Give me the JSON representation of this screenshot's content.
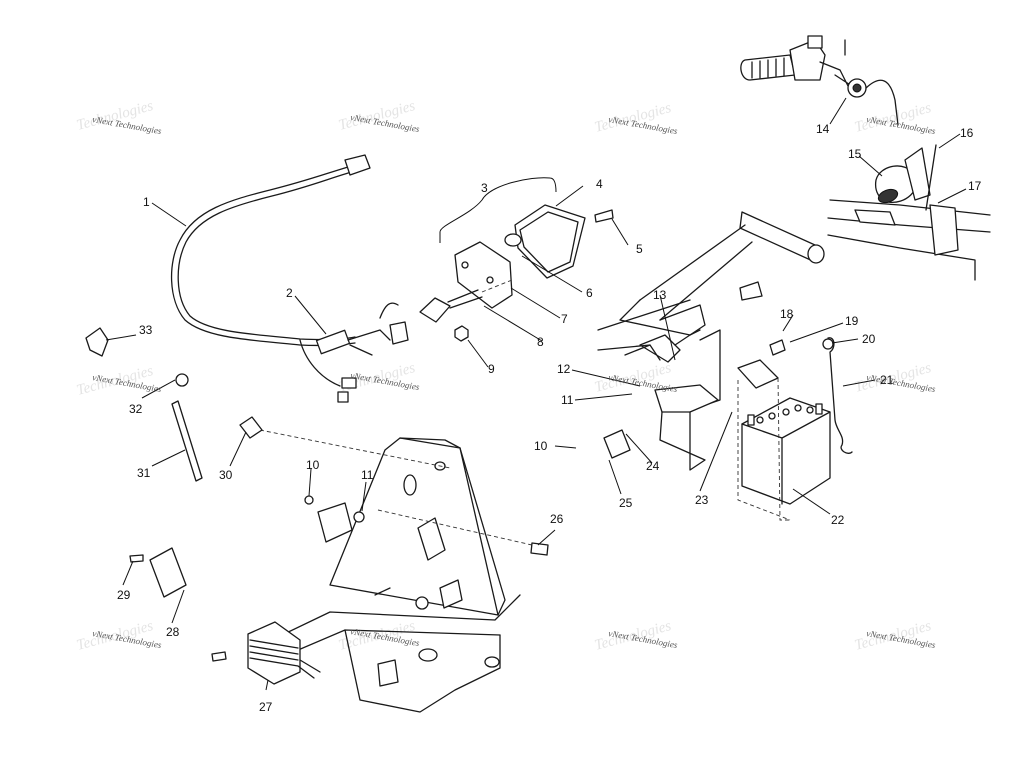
{
  "watermark": {
    "text": "vNext Technologies"
  },
  "callouts": {
    "c1": "1",
    "c2": "2",
    "c3": "3",
    "c4": "4",
    "c5": "5",
    "c6": "6",
    "c7": "7",
    "c8": "8",
    "c9": "9",
    "c10a": "10",
    "c10b": "10",
    "c11a": "11",
    "c11b": "11",
    "c12": "12",
    "c13": "13",
    "c14": "14",
    "c15": "15",
    "c16": "16",
    "c17": "17",
    "c18": "18",
    "c19": "19",
    "c20": "20",
    "c21": "21",
    "c22": "22",
    "c23": "23",
    "c24": "24",
    "c25": "25",
    "c26": "26",
    "c27": "27",
    "c28": "28",
    "c29": "29",
    "c30": "30",
    "c31": "31",
    "c32": "32",
    "c33": "33"
  }
}
